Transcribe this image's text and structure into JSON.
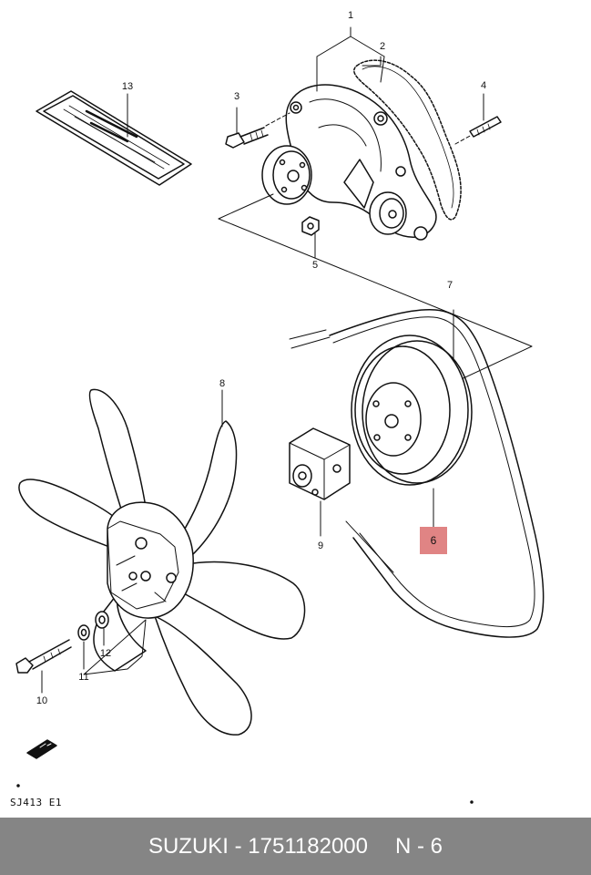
{
  "diagram": {
    "callouts": {
      "p1": "1",
      "p2": "2",
      "p3": "3",
      "p4": "4",
      "p5": "5",
      "p6": "6",
      "p7": "7",
      "p8": "8",
      "p9": "9",
      "p10": "10",
      "p11": "11",
      "p12": "12",
      "p13": "13"
    },
    "highlighted_part": "6",
    "highlight_color": "#e08484",
    "diagram_code": "SJ413 E1"
  },
  "footer": {
    "brand_part": "SUZUKI - 1751182000",
    "page_ref": "N - 6",
    "background": "#858585"
  }
}
